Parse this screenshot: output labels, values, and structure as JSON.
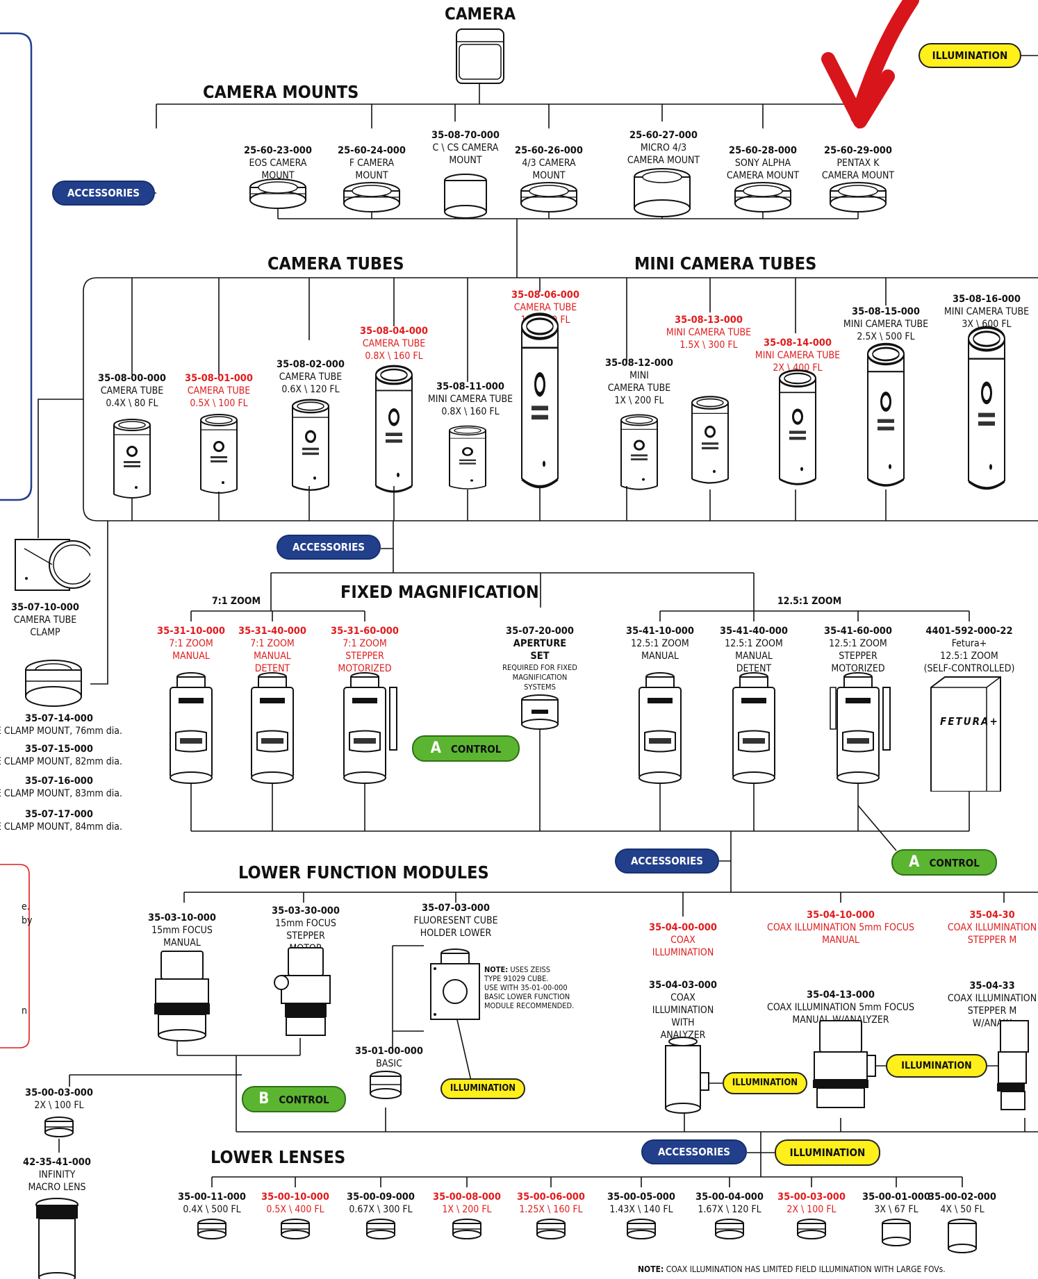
{
  "title": "CAMERA",
  "sections": {
    "camera_mounts": "CAMERA MOUNTS",
    "camera_tubes": "CAMERA TUBES",
    "mini_camera_tubes": "MINI CAMERA TUBES",
    "fixed_magnification": "FIXED MAGNIFICATION",
    "zoom_7": "7:1 ZOOM",
    "zoom_12": "12.5:1 ZOOM",
    "lower_function_modules": "LOWER FUNCTION MODULES",
    "lower_lenses": "LOWER LENSES"
  },
  "pills": {
    "accessories": "ACCESSORIES",
    "illumination": "ILLUMINATION",
    "control": "CONTROL",
    "a": "A",
    "b": "B"
  },
  "camera_mounts": [
    {
      "num": "25-60-23-000",
      "desc": [
        "EOS CAMERA",
        "MOUNT"
      ],
      "red": false
    },
    {
      "num": "25-60-24-000",
      "desc": [
        "F CAMERA",
        "MOUNT"
      ],
      "red": false
    },
    {
      "num": "35-08-70-000",
      "desc": [
        "C \\ CS CAMERA",
        "MOUNT"
      ],
      "red": false
    },
    {
      "num": "25-60-26-000",
      "desc": [
        "4/3 CAMERA",
        "MOUNT"
      ],
      "red": false
    },
    {
      "num": "25-60-27-000",
      "desc": [
        "MICRO 4/3",
        "CAMERA MOUNT"
      ],
      "red": false
    },
    {
      "num": "25-60-28-000",
      "desc": [
        "SONY ALPHA",
        "CAMERA MOUNT"
      ],
      "red": false
    },
    {
      "num": "25-60-29-000",
      "desc": [
        "PENTAX K",
        "CAMERA MOUNT"
      ],
      "red": false
    }
  ],
  "camera_tubes": [
    {
      "num": "35-08-00-000",
      "desc": [
        "CAMERA TUBE",
        "0.4X \\ 80 FL"
      ],
      "red": false
    },
    {
      "num": "35-08-01-000",
      "desc": [
        "CAMERA TUBE",
        "0.5X \\ 100 FL"
      ],
      "red": true
    },
    {
      "num": "35-08-02-000",
      "desc": [
        "CAMERA TUBE",
        "0.6X \\ 120 FL"
      ],
      "red": false
    },
    {
      "num": "35-08-04-000",
      "desc": [
        "CAMERA TUBE",
        "0.8X \\ 160 FL"
      ],
      "red": true
    },
    {
      "num": "35-08-11-000",
      "desc": [
        "MINI CAMERA TUBE",
        "0.8X \\ 160 FL"
      ],
      "red": false
    },
    {
      "num": "35-08-06-000",
      "desc": [
        "CAMERA TUBE",
        "1X \\ 200 FL"
      ],
      "red": true
    },
    {
      "num": "35-08-12-000",
      "desc": [
        "MINI",
        "CAMERA TUBE",
        "1X \\ 200 FL"
      ],
      "red": false
    },
    {
      "num": "35-08-13-000",
      "desc": [
        "MINI CAMERA TUBE",
        "1.5X \\ 300 FL"
      ],
      "red": true
    },
    {
      "num": "35-08-14-000",
      "desc": [
        "MINI CAMERA TUBE",
        "2X \\ 400 FL"
      ],
      "red": true
    },
    {
      "num": "35-08-15-000",
      "desc": [
        "MINI CAMERA TUBE",
        "2.5X \\ 500 FL"
      ],
      "red": false
    },
    {
      "num": "35-08-16-000",
      "desc": [
        "MINI CAMERA TUBE",
        "3X \\ 600 FL"
      ],
      "red": false
    }
  ],
  "left_accessories": {
    "clamp": {
      "num": "35-07-10-000",
      "desc": [
        "CAMERA TUBE",
        "CLAMP"
      ]
    },
    "clamp_mounts": [
      {
        "num": "35-07-14-000",
        "desc": "E CLAMP MOUNT, 76mm dia."
      },
      {
        "num": "35-07-15-000",
        "desc": "E CLAMP MOUNT, 82mm dia."
      },
      {
        "num": "35-07-16-000",
        "desc": "E CLAMP MOUNT, 83mm dia."
      },
      {
        "num": "35-07-17-000",
        "desc": "E CLAMP MOUNT, 84mm dia."
      }
    ],
    "left_note": [
      "e.",
      "by",
      "n"
    ]
  },
  "zoom_7_items": [
    {
      "num": "35-31-10-000",
      "desc": [
        "7:1 ZOOM",
        "MANUAL"
      ],
      "red": true
    },
    {
      "num": "35-31-40-000",
      "desc": [
        "7:1 ZOOM",
        "MANUAL",
        "DETENT"
      ],
      "red": true
    },
    {
      "num": "35-31-60-000",
      "desc": [
        "7:1 ZOOM",
        "STEPPER",
        "MOTORIZED"
      ],
      "red": true
    }
  ],
  "aperture": {
    "num": "35-07-20-000",
    "name": [
      "APERTURE",
      "SET"
    ],
    "desc": [
      "REQUIRED FOR FIXED",
      "MAGNIFICATION",
      "SYSTEMS"
    ]
  },
  "zoom_12_items": [
    {
      "num": "35-41-10-000",
      "desc": [
        "12.5:1 ZOOM",
        "MANUAL"
      ],
      "red": false
    },
    {
      "num": "35-41-40-000",
      "desc": [
        "12.5:1 ZOOM",
        "MANUAL",
        "DETENT"
      ],
      "red": false
    },
    {
      "num": "35-41-60-000",
      "desc": [
        "12.5:1 ZOOM",
        "STEPPER",
        "MOTORIZED"
      ],
      "red": false
    },
    {
      "num": "4401-592-000-22",
      "desc": [
        "Fetura+",
        "12.5:1 ZOOM",
        "(SELF-CONTROLLED)"
      ],
      "red": false
    }
  ],
  "fetura_label": "FETURA+",
  "lower_modules": [
    {
      "num": "35-03-10-000",
      "desc": [
        "15mm FOCUS",
        "MANUAL"
      ],
      "red": false
    },
    {
      "num": "35-03-30-000",
      "desc": [
        "15mm FOCUS",
        "STEPPER",
        "MOTOR"
      ],
      "red": false
    },
    {
      "num": "35-07-03-000",
      "desc": [
        "FLUORESENT CUBE",
        "HOLDER LOWER"
      ],
      "red": false
    },
    {
      "num": "35-01-00-000",
      "desc": [
        "BASIC"
      ],
      "red": false
    },
    {
      "num": "35-04-00-000",
      "desc": [
        "COAX",
        "ILLUMINATION"
      ],
      "red": true
    },
    {
      "num": "35-04-10-000",
      "desc": [
        "COAX ILLUMINATION 5mm FOCUS",
        "MANUAL"
      ],
      "red": true
    },
    {
      "num": "35-04-30",
      "desc": [
        "COAX ILLUMINATION",
        "STEPPER M"
      ],
      "red": true
    },
    {
      "num": "35-04-03-000",
      "desc": [
        "COAX",
        "ILLUMINATION",
        "WITH",
        "ANALYZER"
      ],
      "red": false
    },
    {
      "num": "35-04-13-000",
      "desc": [
        "COAX ILLUMINATION 5mm FOCUS",
        "MANUAL W/ANALYZER"
      ],
      "red": false
    },
    {
      "num": "35-04-33",
      "desc": [
        "COAX ILLUMINATION",
        "STEPPER M",
        "W/ANALY"
      ],
      "red": false
    }
  ],
  "cube_note": {
    "label": "NOTE:",
    "lines": [
      "USES ZEISS",
      "TYPE 91029 CUBE.",
      "USE WITH 35-01-00-000",
      "BASIC LOWER FUNCTION",
      "MODULE RECOMMENDED."
    ]
  },
  "left_lenses": [
    {
      "num": "35-00-03-000",
      "desc": [
        "2X \\ 100 FL"
      ]
    },
    {
      "num": "42-35-41-000",
      "desc": [
        "INFINITY",
        "MACRO LENS"
      ]
    }
  ],
  "lower_lenses": [
    {
      "num": "35-00-11-000",
      "desc": "0.4X \\ 500 FL",
      "red": false
    },
    {
      "num": "35-00-10-000",
      "desc": "0.5X \\ 400 FL",
      "red": true
    },
    {
      "num": "35-00-09-000",
      "desc": "0.67X \\ 300 FL",
      "red": false
    },
    {
      "num": "35-00-08-000",
      "desc": "1X \\ 200 FL",
      "red": true
    },
    {
      "num": "35-00-06-000",
      "desc": "1.25X \\ 160 FL",
      "red": true
    },
    {
      "num": "35-00-05-000",
      "desc": "1.43X \\ 140 FL",
      "red": false
    },
    {
      "num": "35-00-04-000",
      "desc": "1.67X \\ 120 FL",
      "red": false
    },
    {
      "num": "35-00-03-000",
      "desc": "2X \\ 100 FL",
      "red": true
    },
    {
      "num": "35-00-01-000",
      "desc": "3X \\ 67 FL",
      "red": false
    },
    {
      "num": "35-00-02-000",
      "desc": "4X \\ 50 FL",
      "red": false
    }
  ],
  "footer_note": {
    "label": "NOTE:",
    "text": "COAX ILLUMINATION HAS LIMITED FIELD ILLUMINATION WITH LARGE FOVs."
  },
  "colors": {
    "red": "#e11b1b",
    "blue": "#223f8c",
    "yellow": "#ffef1a",
    "green": "#5bb531",
    "arrow": "#d8151b"
  }
}
